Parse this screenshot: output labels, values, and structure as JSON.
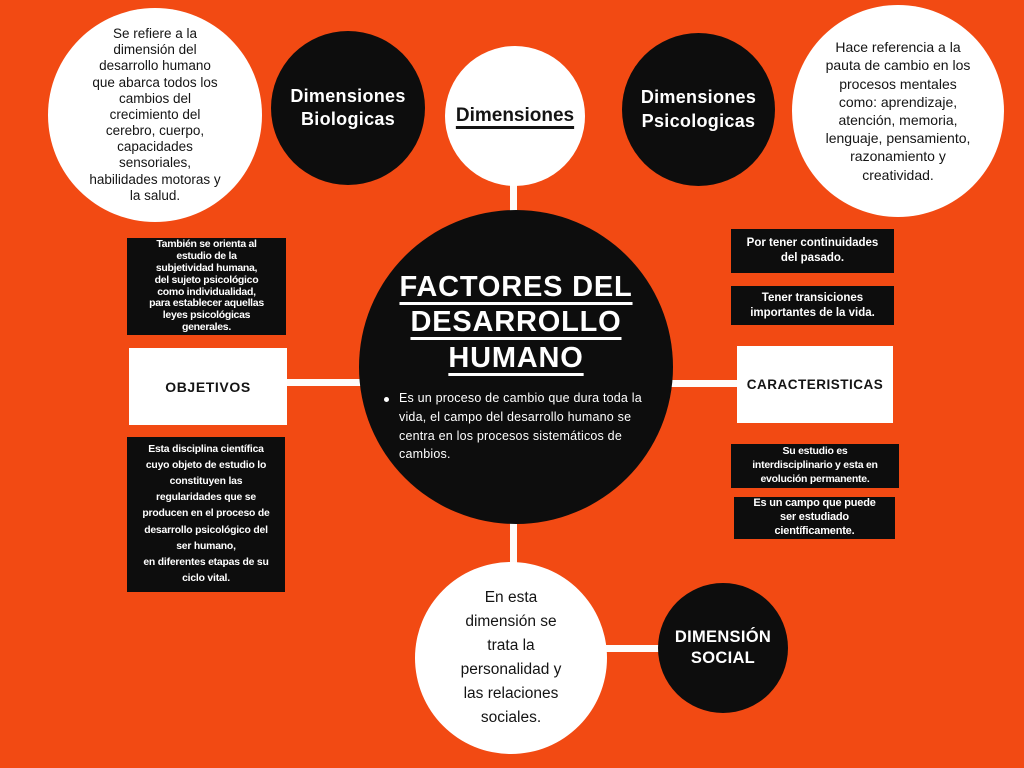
{
  "palette": {
    "background": "#F24A13",
    "node_black": "#0D0D0D",
    "node_white": "#FFFFFF",
    "connector": "#FEFCFA"
  },
  "map": {
    "center": {
      "title": "FACTORES DEL\nDESARROLLO\nHUMANO",
      "bullet": "Es un proceso de cambio que dura toda la\nvida, el campo del desarrollo humano se\ncentra en los procesos sistemáticos de\ncambios."
    },
    "dimensiones": {
      "label": "Dimensiones"
    },
    "dim_biologicas": {
      "label": "Dimensiones\nBiologicas",
      "description": "Se refiere a la\ndimensión del\ndesarrollo humano\nque abarca todos los\ncambios del\ncrecimiento del\ncerebro, cuerpo,\ncapacidades\nsensoriales,\nhabilidades motoras y\nla salud."
    },
    "dim_psicologicas": {
      "label": "Dimensiones\nPsicologicas",
      "description": "Hace referencia a la\npauta de cambio en los\nprocesos mentales\ncomo:  aprendizaje,\natención, memoria,\nlenguaje, pensamiento,\nrazonamiento y\ncreatividad."
    },
    "dim_social": {
      "label": "DIMENSIÓN\nSOCIAL",
      "description": "En esta\ndimensión se\ntrata la\npersonalidad y\nlas relaciones\nsociales."
    },
    "objetivos": {
      "label": "OBJETIVOS",
      "notes": [
        "También se orienta al\nestudio de la\nsubjetividad humana,\ndel sujeto psicológico\ncomo individualidad,\npara establecer aquellas\nleyes psicológicas\ngenerales.",
        "Esta disciplina científica\ncuyo objeto de estudio lo\nconstituyen las\nregularidades que se\nproducen en el proceso de\ndesarrollo psicológico del\nser humano,\nen diferentes etapas de su\nciclo vital."
      ]
    },
    "caracteristicas": {
      "label": "CARACTERISTICAS",
      "notes": [
        "Por tener continuidades\ndel pasado.",
        "Tener transiciones\nimportantes de la vida.",
        "Su estudio es\ninterdisciplinario y esta en\nevolución permanente.",
        "Es un campo que puede\nser estudiado\ncientíficamente."
      ]
    }
  }
}
